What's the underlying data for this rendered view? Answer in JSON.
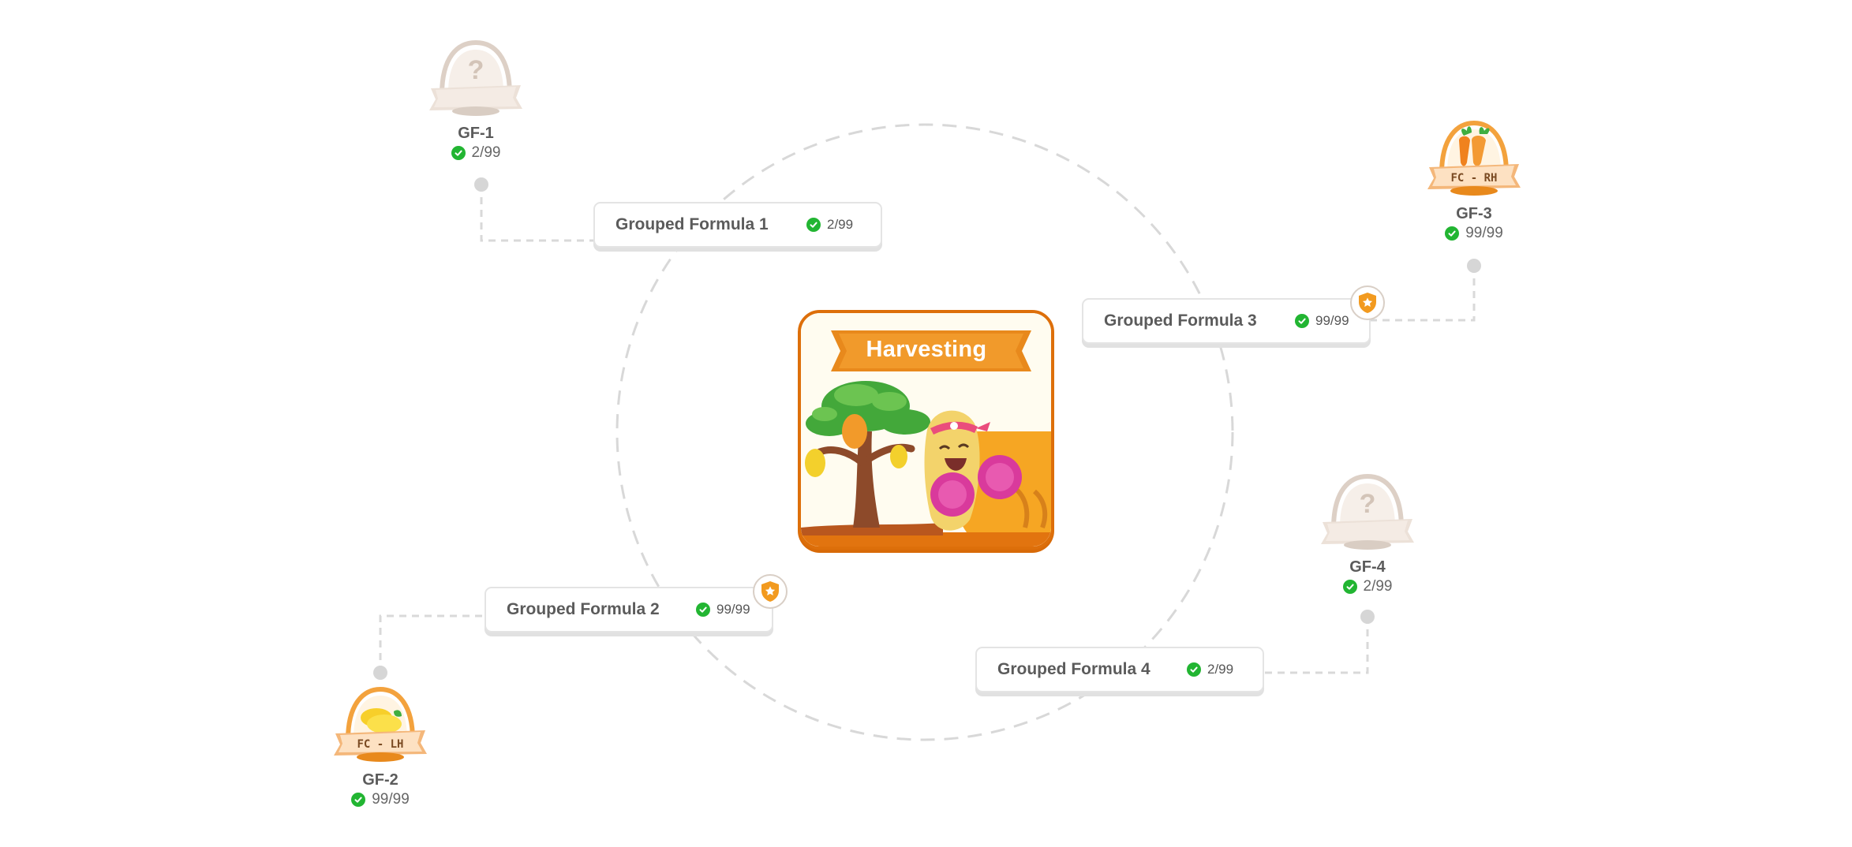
{
  "center": {
    "title": "Harvesting"
  },
  "formulas": [
    {
      "label": "Grouped Formula 1",
      "count": "2/99",
      "badge": null
    },
    {
      "label": "Grouped Formula 2",
      "count": "99/99",
      "badge": "star-shield-icon"
    },
    {
      "label": "Grouped Formula 3",
      "count": "99/99",
      "badge": "star-shield-icon"
    },
    {
      "label": "Grouped Formula 4",
      "count": "2/99",
      "badge": null
    }
  ],
  "nodes": [
    {
      "code": "GF-1",
      "count": "2/99",
      "icon": "question-basket-icon",
      "tag": ""
    },
    {
      "code": "GF-2",
      "count": "99/99",
      "icon": "lemon-basket-icon",
      "tag": "FC - LH"
    },
    {
      "code": "GF-3",
      "count": "99/99",
      "icon": "carrot-basket-icon",
      "tag": "FC - RH"
    },
    {
      "code": "GF-4",
      "count": "2/99",
      "icon": "question-basket-icon",
      "tag": ""
    }
  ],
  "colors": {
    "accent_orange": "#e8891c",
    "check_green": "#22b532",
    "dashed_line": "#d6d6d6",
    "locked_basket": "#dccfc4"
  }
}
